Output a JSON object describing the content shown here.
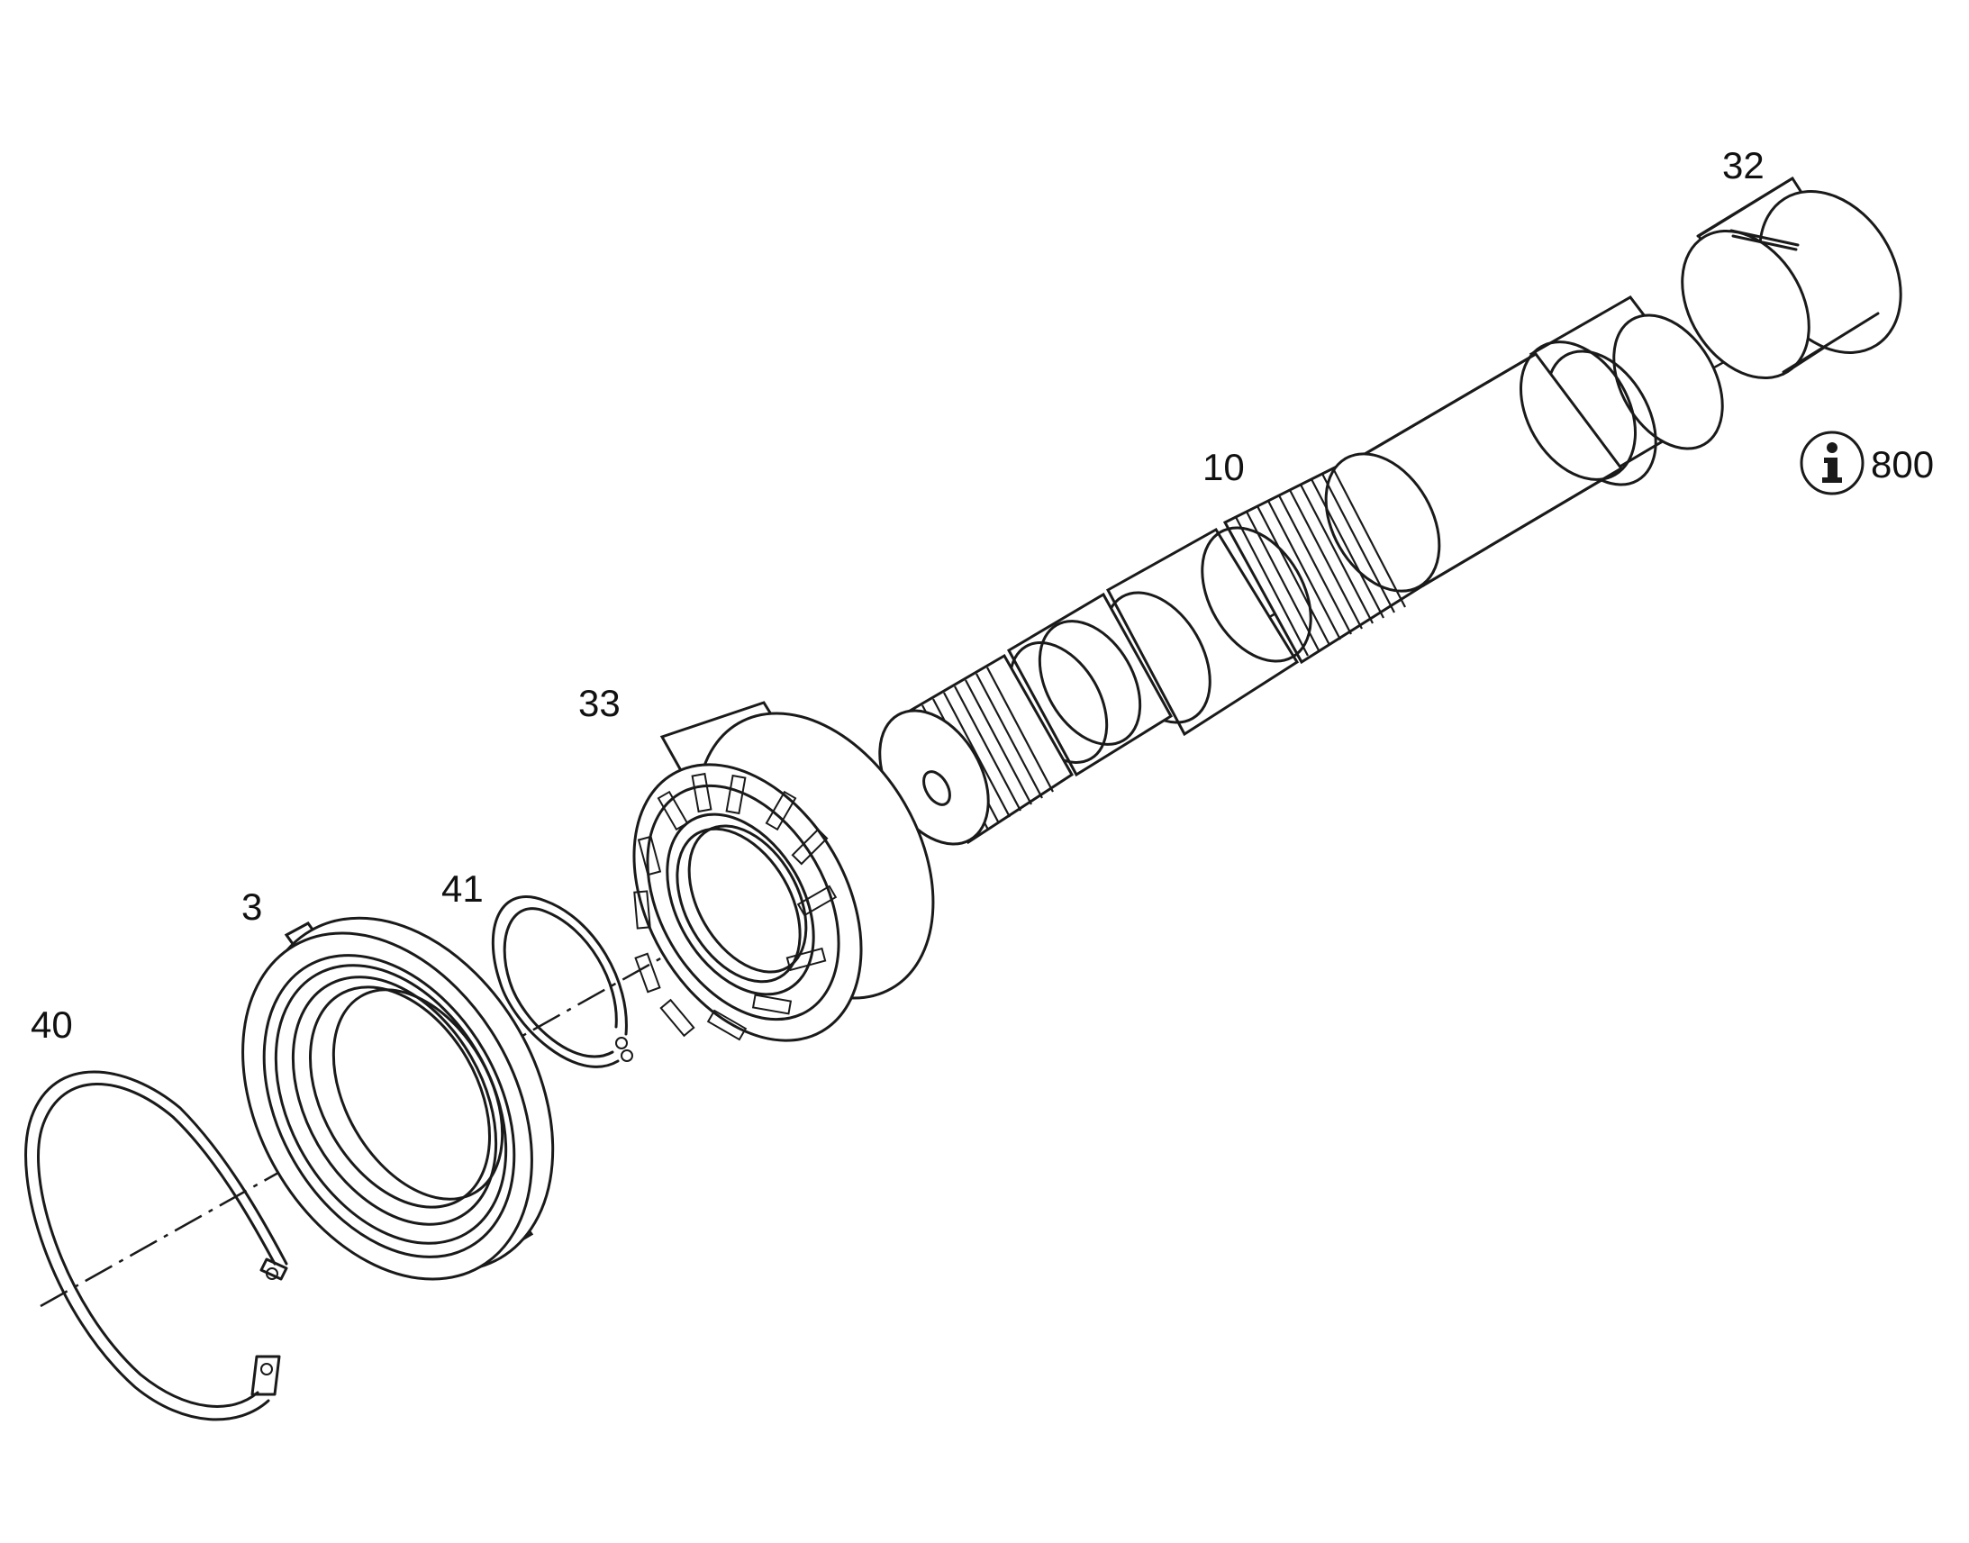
{
  "diagram": {
    "labels": {
      "p32": "32",
      "p10": "10",
      "p33": "33",
      "p41": "41",
      "p3": "3",
      "p40": "40",
      "info_ref": "800"
    },
    "info_icon": "info-icon",
    "colors": {
      "line": "#1a1a1a",
      "background": "#ffffff"
    }
  }
}
